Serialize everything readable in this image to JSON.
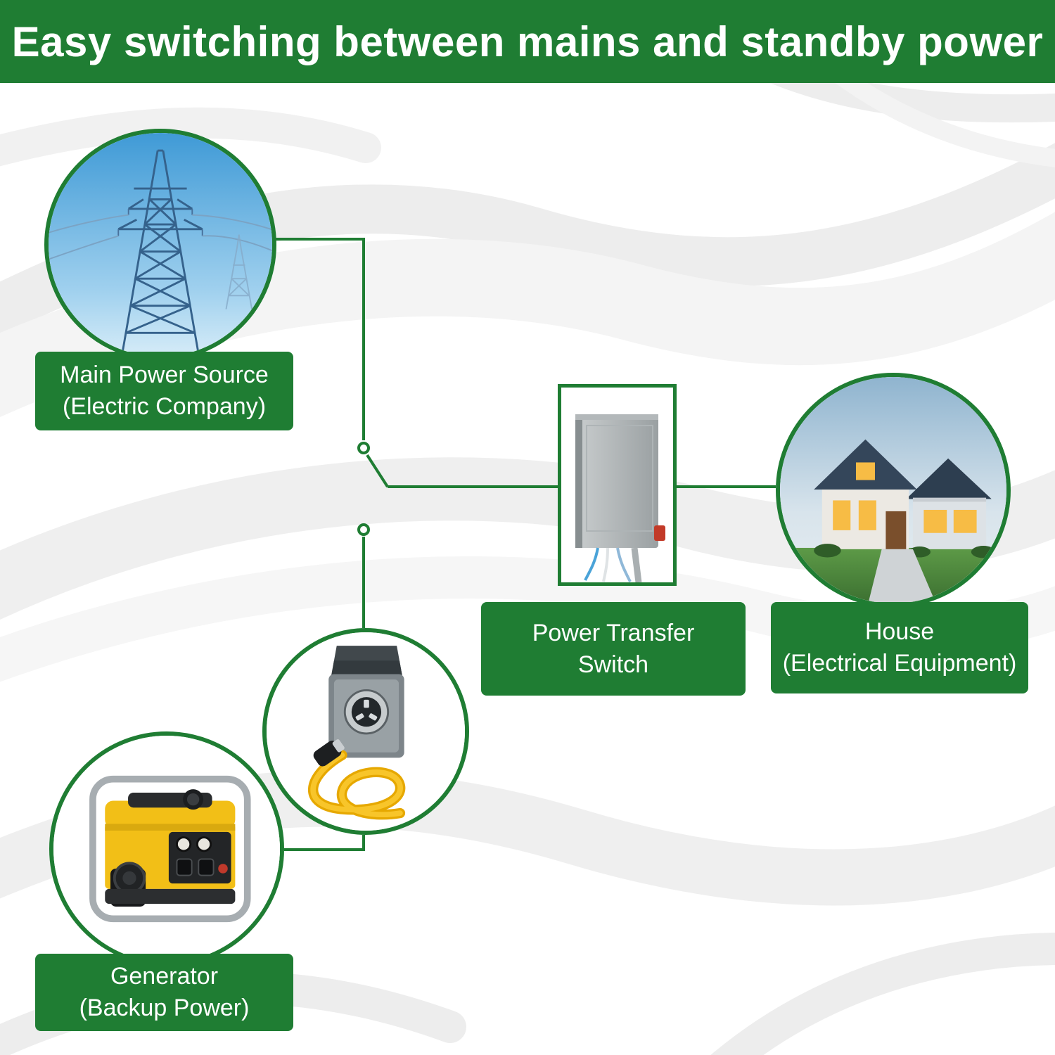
{
  "header": {
    "title": "Easy switching between mains and standby power"
  },
  "colors": {
    "accent_green": "#1f7d33",
    "header_text": "#ffffff",
    "label_text": "#ffffff",
    "connector_green": "#1f7d33",
    "generator_yellow": "#f2bf17",
    "cord_yellow": "#f8c52a",
    "sky_blue": "#3f9ad6"
  },
  "nodes": {
    "main_power": {
      "label_line1": "Main Power Source",
      "label_line2": "(Electric Company)",
      "image": "transmission-tower-photo"
    },
    "transfer_switch": {
      "label_line1": "Power Transfer",
      "label_line2": "Switch",
      "image": "power-transfer-switch-photo"
    },
    "house": {
      "label_line1": "House",
      "label_line2": "(Electrical Equipment)",
      "image": "house-at-dusk-photo"
    },
    "power_inlet": {
      "image": "power-inlet-box-with-cord-photo"
    },
    "generator": {
      "label_line1": "Generator",
      "label_line2": "(Backup Power)",
      "image": "portable-generator-photo"
    }
  }
}
